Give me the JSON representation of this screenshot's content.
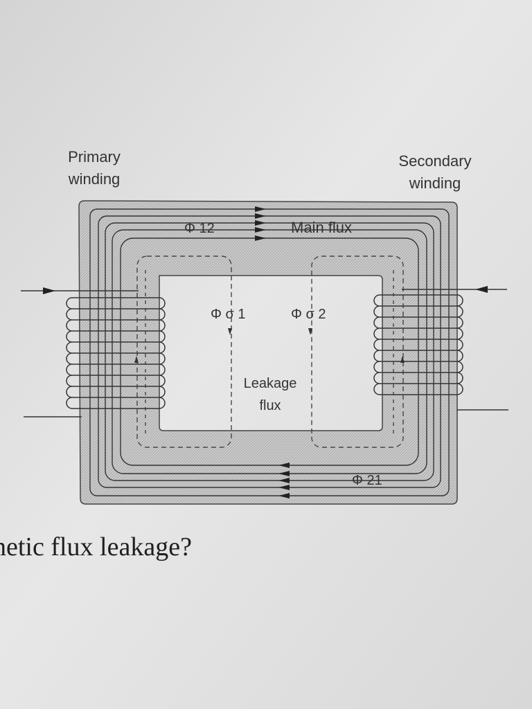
{
  "labels": {
    "primary_winding": [
      "Primary",
      "winding"
    ],
    "secondary_winding": [
      "Secondary",
      "winding"
    ],
    "phi12": "Φ 12",
    "main_flux": "Main flux",
    "phi_sigma1": "Φ σ 1",
    "phi_sigma2": "Φ σ 2",
    "leakage_flux": [
      "Leakage",
      "flux"
    ],
    "phi21": "Φ 21"
  },
  "question_text": "netic flux leakage?",
  "colors": {
    "paper": "#e6e6e6",
    "core_fill": "#c6c6c6",
    "window_fill": "#e3e3e3",
    "line": "#333333",
    "text": "#333333"
  }
}
